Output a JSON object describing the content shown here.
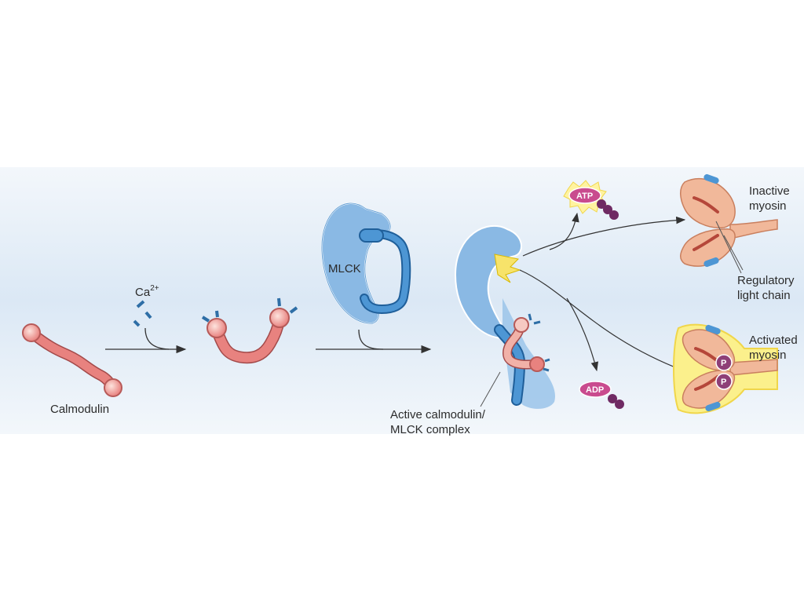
{
  "labels": {
    "calmodulin": "Calmodulin",
    "calcium": "Ca",
    "calcium_charge": "2+",
    "mlck": "MLCK",
    "active_complex_line1": "Active calmodulin/",
    "active_complex_line2": "MLCK complex",
    "atp": "ATP",
    "adp": "ADP",
    "inactive_line1": "Inactive",
    "inactive_line2": "myosin",
    "regulatory_line1": "Regulatory",
    "regulatory_line2": "light chain",
    "activated_line1": "Activated",
    "activated_line2": "myosin",
    "phosphate": "P"
  },
  "colors": {
    "panel": "#dfeaf5",
    "calmodulin": "#e8827f",
    "calmodulin_highlight": "#f6c9c2",
    "mlck": "#8ab9e4",
    "mlck_dark": "#2f7fc2",
    "atp_pill": "#c94b8e",
    "phosphate": "#8e3f77",
    "myosin": "#f1b89a",
    "activation_glow": "#f7e36a"
  }
}
